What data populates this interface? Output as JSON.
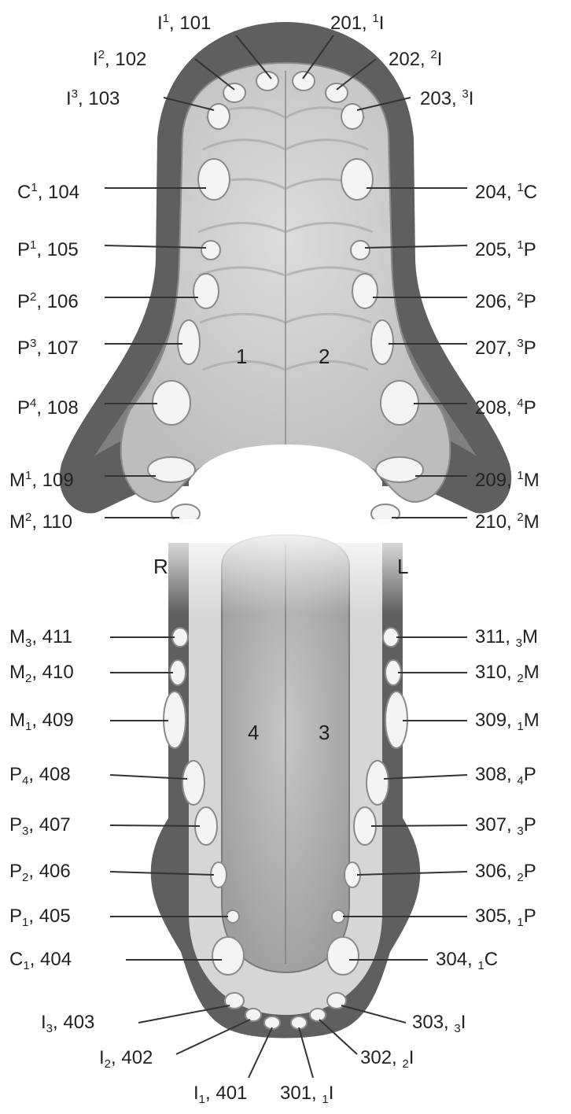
{
  "side_labels": {
    "right": "R",
    "left": "L"
  },
  "quadrants": {
    "q1": "1",
    "q2": "2",
    "q3": "3",
    "q4": "4"
  },
  "colors": {
    "gum": "#5e5e5e",
    "palate": "#cfcfcf",
    "tongue": "#b9b9b9",
    "tooth": "#f4f4f4",
    "outline": "#8a8a8a",
    "line": "#333333"
  },
  "upper_right": [
    {
      "pre": "I",
      "sup": "1",
      "rest": ", 101"
    },
    {
      "pre": "I",
      "sup": "2",
      "rest": ", 102"
    },
    {
      "pre": "I",
      "sup": "3",
      "rest": ", 103"
    },
    {
      "pre": "C",
      "sup": "1",
      "rest": ", 104"
    },
    {
      "pre": "P",
      "sup": "1",
      "rest": ", 105"
    },
    {
      "pre": "P",
      "sup": "2",
      "rest": ", 106"
    },
    {
      "pre": "P",
      "sup": "3",
      "rest": ", 107"
    },
    {
      "pre": "P",
      "sup": "4",
      "rest": ", 108"
    },
    {
      "pre": "M",
      "sup": "1",
      "rest": ", 109"
    },
    {
      "pre": "M",
      "sup": "2",
      "rest": ", 110"
    }
  ],
  "upper_left": [
    {
      "pre": "201, ",
      "sup": "1",
      "rest": "I"
    },
    {
      "pre": "202, ",
      "sup": "2",
      "rest": "I"
    },
    {
      "pre": "203, ",
      "sup": "3",
      "rest": "I"
    },
    {
      "pre": "204, ",
      "sup": "1",
      "rest": "C"
    },
    {
      "pre": "205, ",
      "sup": "1",
      "rest": "P"
    },
    {
      "pre": "206, ",
      "sup": "2",
      "rest": "P"
    },
    {
      "pre": "207, ",
      "sup": "3",
      "rest": "P"
    },
    {
      "pre": "208, ",
      "sup": "4",
      "rest": "P"
    },
    {
      "pre": "209, ",
      "sup": "1",
      "rest": "M"
    },
    {
      "pre": "210, ",
      "sup": "2",
      "rest": "M"
    }
  ],
  "lower_right": [
    {
      "pre": "M",
      "sub": "3",
      "rest": ", 411"
    },
    {
      "pre": "M",
      "sub": "2",
      "rest": ", 410"
    },
    {
      "pre": "M",
      "sub": "1",
      "rest": ", 409"
    },
    {
      "pre": "P",
      "sub": "4",
      "rest": ", 408"
    },
    {
      "pre": "P",
      "sub": "3",
      "rest": ", 407"
    },
    {
      "pre": "P",
      "sub": "2",
      "rest": ", 406"
    },
    {
      "pre": "P",
      "sub": "1",
      "rest": ", 405"
    },
    {
      "pre": "C",
      "sub": "1",
      "rest": ", 404"
    },
    {
      "pre": "I",
      "sub": "3",
      "rest": ", 403"
    },
    {
      "pre": "I",
      "sub": "2",
      "rest": ", 402"
    },
    {
      "pre": "I",
      "sub": "1",
      "rest": ", 401"
    }
  ],
  "lower_left": [
    {
      "pre": "311, ",
      "sub": "3",
      "rest": "M"
    },
    {
      "pre": "310, ",
      "sub": "2",
      "rest": "M"
    },
    {
      "pre": "309, ",
      "sub": "1",
      "rest": "M"
    },
    {
      "pre": "308, ",
      "sub": "4",
      "rest": "P"
    },
    {
      "pre": "307, ",
      "sub": "3",
      "rest": "P"
    },
    {
      "pre": "306, ",
      "sub": "2",
      "rest": "P"
    },
    {
      "pre": "305, ",
      "sub": "1",
      "rest": "P"
    },
    {
      "pre": "304, ",
      "sub": "1",
      "rest": "C"
    },
    {
      "pre": "303, ",
      "sub": "3",
      "rest": "I"
    },
    {
      "pre": "302, ",
      "sub": "2",
      "rest": "I"
    },
    {
      "pre": "301, ",
      "sub": "1",
      "rest": "I"
    }
  ]
}
